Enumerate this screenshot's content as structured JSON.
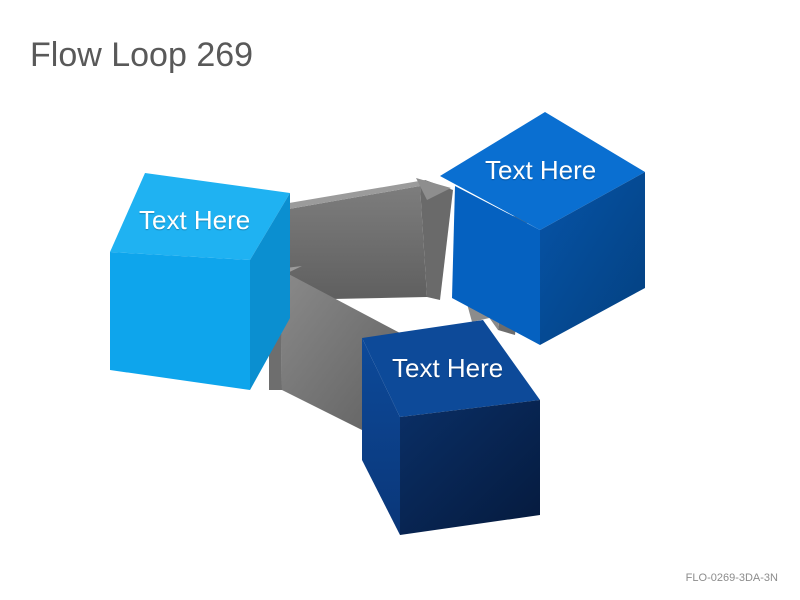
{
  "title": "Flow Loop 269",
  "cubes": [
    {
      "label": "Text Here",
      "color": "#0ea5ec"
    },
    {
      "label": "Text Here",
      "color": "#0563c1"
    },
    {
      "label": "Text Here",
      "color": "#0a3a80"
    }
  ],
  "arrow_color": "#7a7a7a",
  "footer_code": "FLO-0269-3DA-3N"
}
